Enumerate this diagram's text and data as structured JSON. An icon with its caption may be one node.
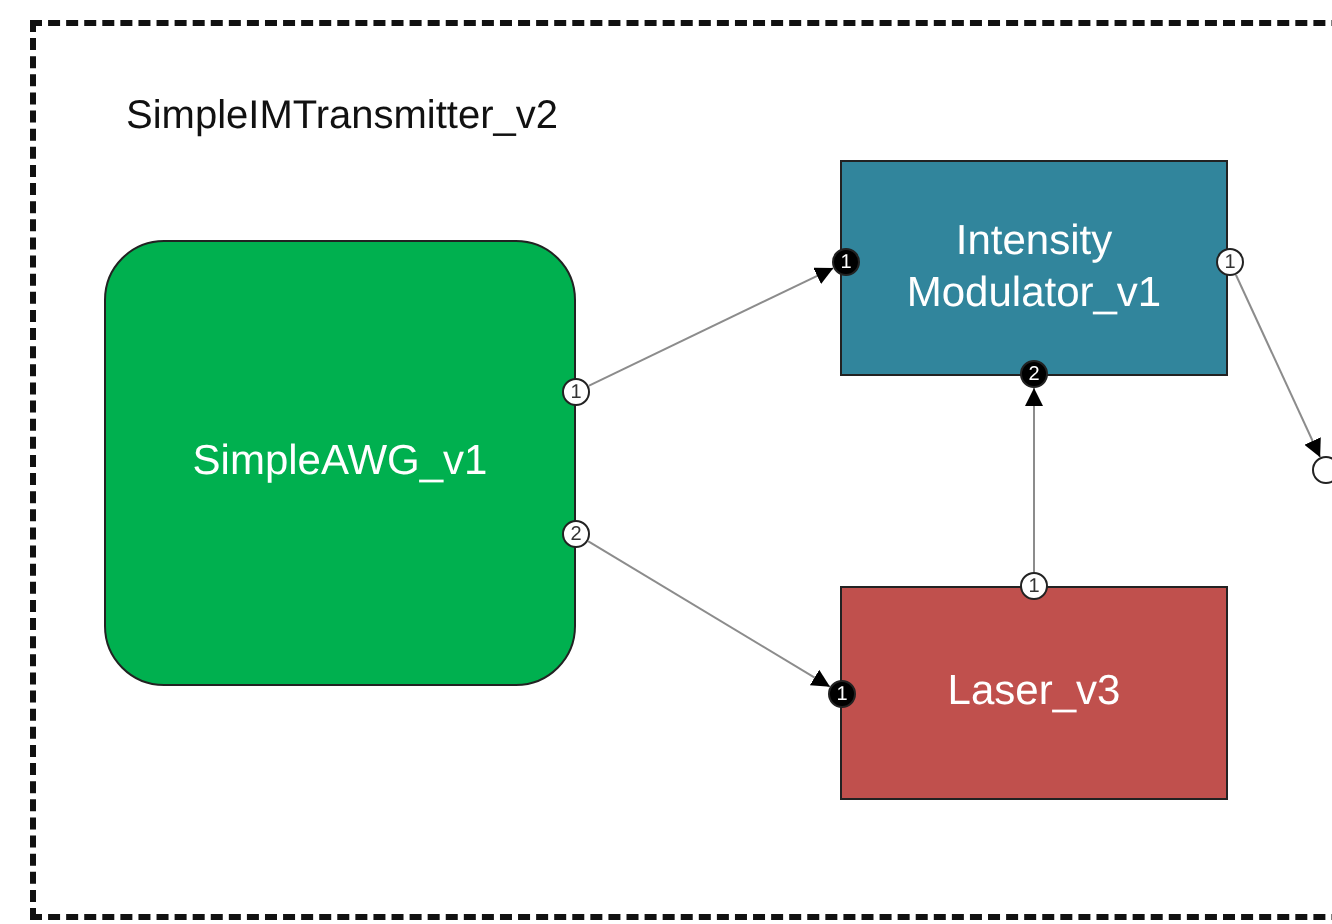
{
  "diagram": {
    "nodes": [
      {
        "text": [
          "SimpleIMTransmitter_v2"
        ]
      },
      {
        "text": [
          "SimpleAWG_v1"
        ],
        "in": 0
      },
      {
        "text": [
          "1"
        ],
        "in": 0
      },
      {
        "text": [
          "2"
        ],
        "in": 0
      },
      {
        "text": [
          "Intensity Modulator_v1"
        ],
        "in": 0
      },
      {
        "text": [
          "1"
        ],
        "in": 0
      },
      {
        "text": [
          "2"
        ],
        "in": 0
      },
      {
        "text": [
          "1"
        ],
        "in": 0
      },
      {
        "text": [
          "Laser_v3"
        ],
        "in": 0
      },
      {
        "text": [
          "1"
        ],
        "in": 0
      },
      {
        "text": [
          "1"
        ],
        "in": 0
      },
      {
        "text": [],
        "shape": "circle",
        "in": 0
      }
    ],
    "edges": [
      {
        "from": 2,
        "to": 5,
        "arrow": "to"
      },
      {
        "from": 3,
        "to": 9,
        "arrow": "to"
      },
      {
        "from": 10,
        "to": 6,
        "arrow": "to"
      },
      {
        "from": 7,
        "to": 11,
        "arrow": "to"
      }
    ]
  }
}
